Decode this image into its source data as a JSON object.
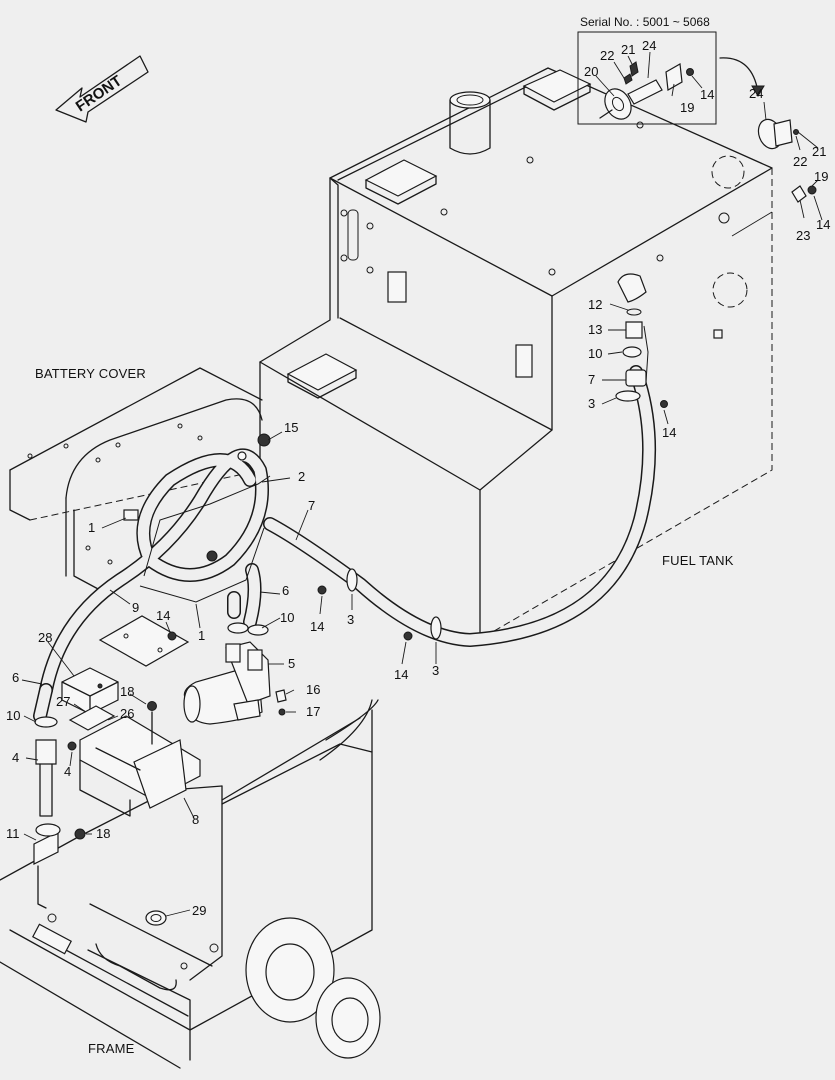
{
  "serial_note": "Serial No. : 5001 ~ 5068",
  "front_label": "FRONT",
  "captions": {
    "battery_cover": "BATTERY COVER",
    "fuel_tank": "FUEL TANK",
    "frame": "FRAME"
  },
  "callouts": {
    "c20": "20",
    "c22a": "22",
    "c21a": "21",
    "c24a": "24",
    "c19a": "19",
    "c14a": "14",
    "c24b": "24",
    "c22b": "22",
    "c21b": "21",
    "c19b": "19",
    "c23": "23",
    "c14b": "14",
    "c12": "12",
    "c13": "13",
    "c10a": "10",
    "c7a": "7",
    "c3a": "3",
    "c14c": "14",
    "c15": "15",
    "c2": "2",
    "c1a": "1",
    "c7b": "7",
    "c9": "9",
    "c14d": "14",
    "c1b": "1",
    "c6a": "6",
    "c10b": "10",
    "c14e": "14",
    "c3b": "3",
    "c14f": "14",
    "c3c": "3",
    "c28": "28",
    "c6b": "6",
    "c5": "5",
    "c18a": "18",
    "c16": "16",
    "c27": "27",
    "c26": "26",
    "c10c": "10",
    "c17": "17",
    "c4a": "4",
    "c4b": "4",
    "c8": "8",
    "c11": "11",
    "c18b": "18",
    "c29": "29"
  }
}
